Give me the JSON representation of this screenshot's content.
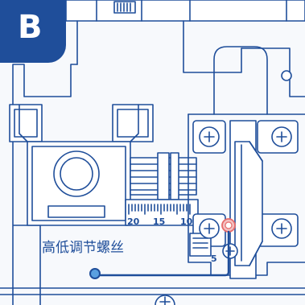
{
  "badge": {
    "letter": "B"
  },
  "scale": {
    "labels": [
      "20",
      "15",
      "10",
      "5"
    ]
  },
  "callout": {
    "text": "高低调节螺丝"
  },
  "colors": {
    "line": "#1f4e9a",
    "fill": "#ffffff",
    "background": "#f7f9fc",
    "badge": "#1f4e9a",
    "highlight": "#e66b6b",
    "marker": "#5aa0e0"
  },
  "icons": [
    "phillips-screw-icon",
    "highlight-marker-icon",
    "callout-dot-icon"
  ]
}
